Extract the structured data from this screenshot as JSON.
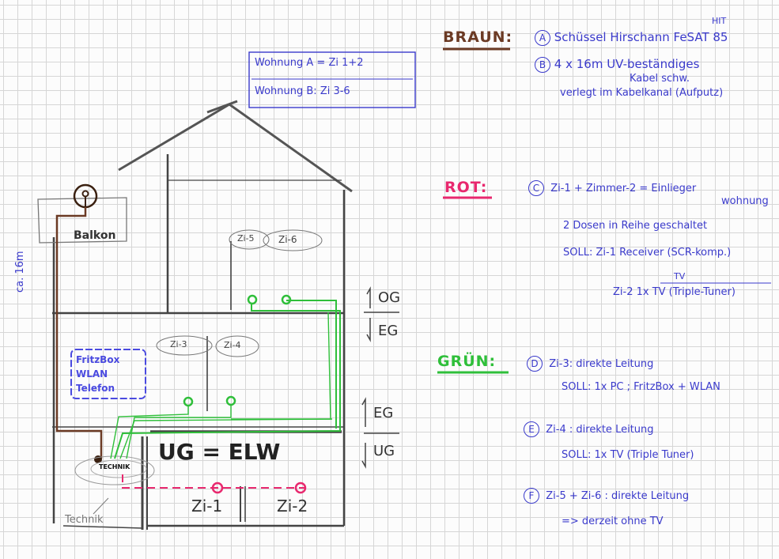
{
  "drawing": {
    "apartment_box": {
      "line1": "Wohnung A = Zi 1+2",
      "line2": "Wohnung B: Zi 3-6"
    },
    "balcony_label": "Balkon",
    "cable_length_label": "ca. 16m",
    "router_box": [
      "FritzBox",
      "WLAN",
      "Telefon"
    ],
    "room_labels": {
      "zi5": "Zi-5",
      "zi6": "Zi-6",
      "zi3": "Zi-3",
      "zi4": "Zi-4",
      "zi1": "Zi-1",
      "zi2": "Zi-2"
    },
    "ug_title": "UG = ELW",
    "technik_small": "TECHNIK",
    "technik_label": "Technik",
    "floor_marks": {
      "og": "OG",
      "eg_upper": "EG",
      "eg_lower": "EG",
      "ug": "UG"
    }
  },
  "legend": {
    "brown": {
      "header": "BRAUN:",
      "color": "#6b3a24",
      "items": [
        {
          "marker": "A",
          "lines": [
            "Schüssel Hirschann FeSAT 85"
          ],
          "note": "HIT"
        },
        {
          "marker": "B",
          "lines": [
            "4 x 16m   UV-beständiges",
            "Kabel schw.",
            "verlegt im Kabelkanal (Aufputz)"
          ]
        }
      ]
    },
    "red": {
      "header": "ROT:",
      "color": "#e8286e",
      "items": [
        {
          "marker": "C",
          "lines": [
            "Zi-1 + Zimmer-2 = Einlieger",
            "wohnung",
            "2 Dosen in Reihe geschaltet",
            "SOLL: Zi-1   Receiver (SCR-komp.)",
            "TV",
            "Zi-2   1x TV (Triple-Tuner)"
          ]
        }
      ]
    },
    "green": {
      "header": "GRÜN:",
      "color": "#2fbf3a",
      "items": [
        {
          "marker": "D",
          "lines": [
            "Zi-3: direkte Leitung",
            "SOLL: 1x PC ; FritzBox + WLAN"
          ]
        },
        {
          "marker": "E",
          "lines": [
            "Zi-4   : direkte Leitung",
            "SOLL: 1x TV (Triple Tuner)"
          ]
        },
        {
          "marker": "F",
          "lines": [
            "Zi-5 + Zi-6 : direkte Leitung",
            "=> derzeit ohne TV"
          ]
        }
      ]
    }
  },
  "colors": {
    "ink": "#3a3acb",
    "pencil": "#3c3c3c",
    "brown": "#6b3a24",
    "red": "#e8286e",
    "green": "#2fbf3a"
  }
}
